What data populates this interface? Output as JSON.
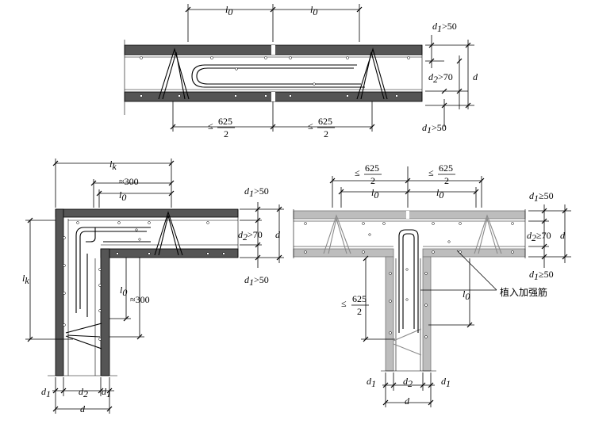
{
  "top_panel": {
    "l0_left": "l",
    "l0_right": "l",
    "sub0": "0",
    "d1_top": "d",
    "d1_top_sub": "1",
    "d1_top_rel": ">50",
    "d2": "d",
    "d2_sub": "2",
    "d2_rel": ">70",
    "d": "d",
    "d1_bot": "d",
    "d1_bot_sub": "1",
    "d1_bot_rel": ">50",
    "frac_le": "≤",
    "frac_num": "625",
    "frac_den": "2"
  },
  "corner_panel": {
    "lk_top": "l",
    "lk_sub": "k",
    "approx300_top": "≈300",
    "l0_top": "l",
    "sub0": "0",
    "d1_top": "d",
    "d1_sub": "1",
    "d1_top_rel": ">50",
    "d2": "d",
    "d2_sub": "2",
    "d2_rel": ">70",
    "d": "d",
    "d1_bot": "d",
    "d1_bot_rel": ">50",
    "lk_left": "l",
    "l0_side": "l",
    "approx300_side": "≈300",
    "bottom_d1": "d",
    "bottom_d2": "d",
    "bottom_d1b": "d",
    "bottom_d": "d"
  },
  "tee_panel": {
    "frac_le": "≤",
    "frac_num": "625",
    "frac_den": "2",
    "l0_left": "l",
    "l0_right": "l",
    "sub0": "0",
    "d1_top": "d",
    "d1_sub": "1",
    "d1_top_rel": "≥50",
    "d2": "d",
    "d2_sub": "2",
    "d2_rel": "≥70",
    "d": "d",
    "d1_bot": "d",
    "d1_bot_rel": "≥50",
    "l0_side": "l",
    "callout": "植入加强筋",
    "bottom_d1": "d",
    "bottom_d2": "d",
    "bottom_d1b": "d",
    "bottom_d": "d"
  }
}
